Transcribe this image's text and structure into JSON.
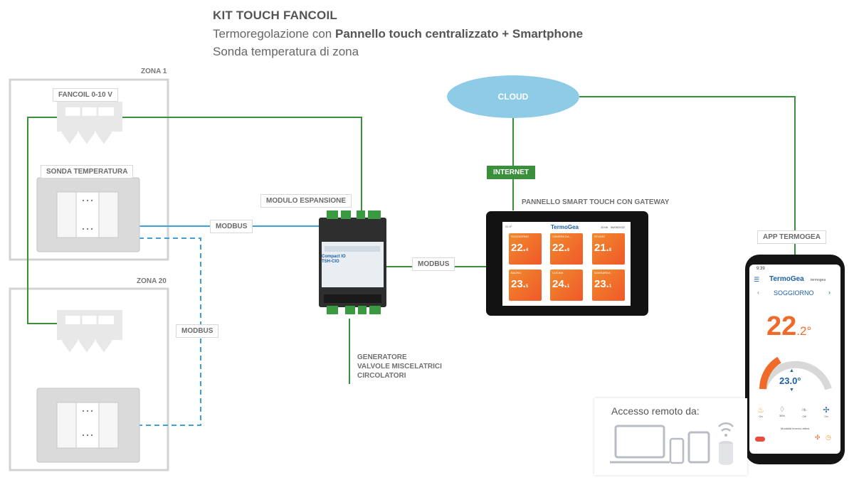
{
  "header": {
    "title": "KIT TOUCH FANCOIL",
    "subtitle_prefix": "Termoregolazione con ",
    "subtitle_bold": "Pannello touch centralizzato + Smartphone",
    "subtitle2": "Sonda temperatura di zona"
  },
  "zones": {
    "zone1": "ZONA 1",
    "zone20": "ZONA 20",
    "fancoil": "FANCOIL 0-10 V",
    "probe": "SONDA TEMPERATURA"
  },
  "links": {
    "modbus_zone1": "MODBUS",
    "modbus_zone20": "MODBUS",
    "modbus_panel": "MODBUS",
    "internet": "INTERNET",
    "cloud": "CLOUD",
    "app": "APP TERMOGEA"
  },
  "module": {
    "label": "MODULO ESPANSIONE",
    "brand": "Compact IO",
    "model": "TSH-CIO",
    "outputs": "GENERATORE\nVALVOLE MISCELATRICI\nCIRCOLATORI"
  },
  "panel": {
    "label": "PANNELLO SMART TOUCH CON GATEWAY",
    "logo": "TermoGea",
    "time": "10:06",
    "date": "06/05/2022",
    "outside": "21.9°",
    "rooms": [
      {
        "name": "SOGGIORNO",
        "value": "22.",
        "dec": "4"
      },
      {
        "name": "CAMERA DA...",
        "value": "22.",
        "dec": "8"
      },
      {
        "name": "STUDIO",
        "value": "21.",
        "dec": "8"
      },
      {
        "name": "BAGNO",
        "value": "23.",
        "dec": "5"
      },
      {
        "name": "CUCINA",
        "value": "24.",
        "dec": "1"
      },
      {
        "name": "MANSARDA",
        "value": "23.",
        "dec": "1"
      }
    ]
  },
  "phone": {
    "time": "9:39",
    "logo": "TermoGea",
    "account": "termogea",
    "room": "SOGGIORNO",
    "temp_int": "22",
    "temp_dec": ".2°",
    "setpoint": "23.0°",
    "icons": [
      {
        "label": "On"
      },
      {
        "label": "38%"
      },
      {
        "label": "Off"
      },
      {
        "label": "On"
      }
    ],
    "mode": "Modalità inverno attiva"
  },
  "access": {
    "title": "Accesso remoto da:"
  },
  "colors": {
    "green_line": "#3a8f3a",
    "blue_line": "#3fa0d8",
    "cloud": "#8ecbe6",
    "orange": "#f06a2a"
  }
}
